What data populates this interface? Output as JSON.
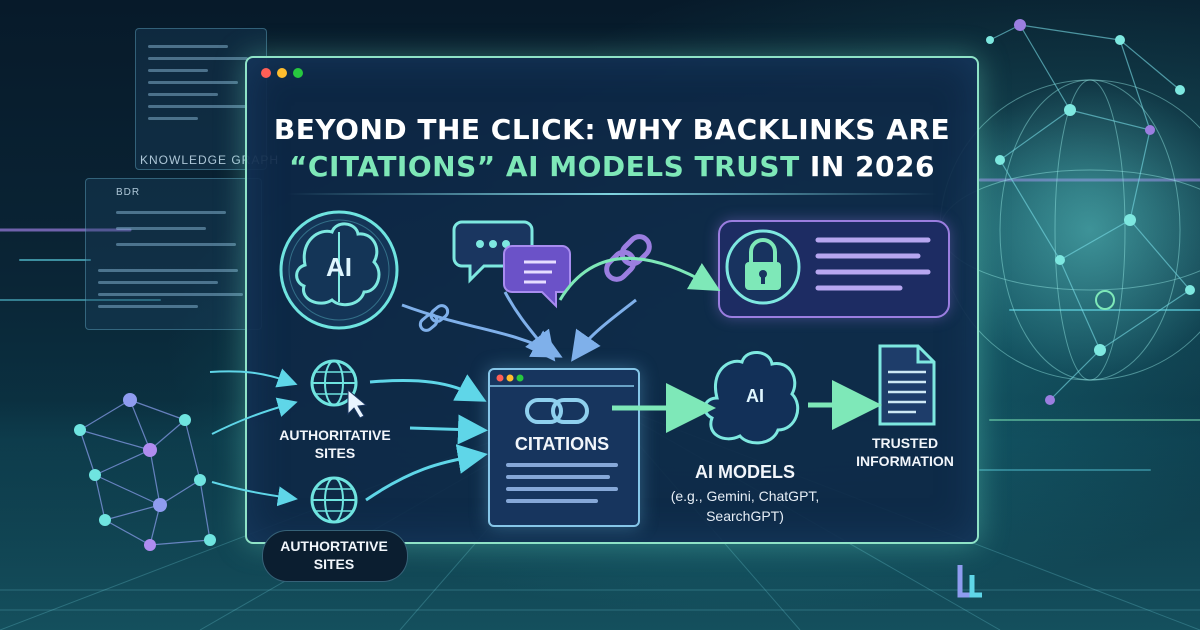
{
  "title": {
    "line1": "BEYOND THE CLICK: WHY BACKLINKS ARE",
    "line2_highlight": "“CITATIONS” AI MODELS TRUST",
    "line2_rest": " IN 2026"
  },
  "background": {
    "knowledge_graph_label": "KNOWLEDGE GRAPH",
    "small_label": "BDR"
  },
  "nodes": {
    "ai_brain_badge": "AI",
    "ai_models_badge": "AI",
    "authoritative_sites_1": [
      "AUTHORITATIVE",
      "SITES"
    ],
    "authoritative_sites_2": [
      "AUTHORTATIVE",
      "SITES"
    ],
    "citations": "CITATIONS",
    "ai_models_label": "AI MODELS",
    "ai_models_examples": [
      "(e.g., Gemini, ChatGPT,",
      "SearchGPT)"
    ],
    "trusted_information": [
      "TRUSTED",
      "INFORMATION"
    ]
  },
  "colors": {
    "accent_green": "#7ee8b8",
    "accent_purple": "#9b7ee0",
    "accent_cyan": "#5fd6e8",
    "window_border": "#8fe3c7",
    "dot_red": "#ff5f56",
    "dot_yellow": "#ffbd2e",
    "dot_green": "#27c93f"
  },
  "icons": [
    "brain-icon",
    "chat-bubble-icon",
    "link-icon",
    "lock-icon",
    "globe-cursor-icon",
    "globe-icon",
    "document-icon",
    "logo-mark-icon"
  ]
}
